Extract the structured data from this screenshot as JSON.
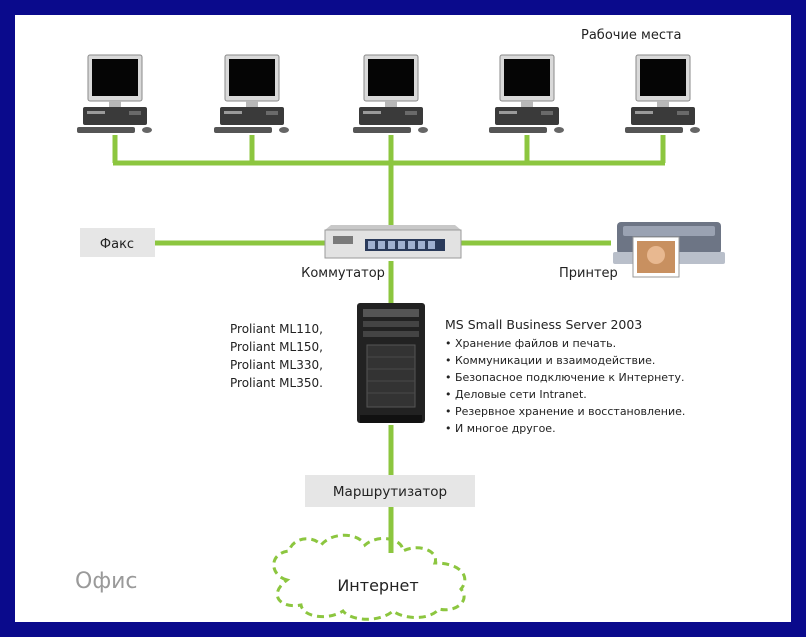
{
  "workstations_label": "Рабочие места",
  "fax_label": "Факс",
  "switch_label": "Коммутатор",
  "printer_label": "Принтер",
  "server_models": [
    "Proliant ML110,",
    "Proliant ML150,",
    "Proliant ML330,",
    "Proliant ML350."
  ],
  "server_software": {
    "title": "MS Small Business Server 2003",
    "features": [
      "• Хранение файлов и печать.",
      "• Коммуникации и взаимодействие.",
      "• Безопасное подключение к Интернету.",
      "• Деловые сети Intranet.",
      "• Резервное хранение и восстановление.",
      "• И многое другое."
    ]
  },
  "router_label": "Маршрутизатор",
  "internet_label": "Интернет",
  "office_label": "Офис",
  "colors": {
    "background": "#0a0a8c",
    "panel": "#ffffff",
    "link": "#8cc63f",
    "label_box": "#e6e6e6"
  }
}
